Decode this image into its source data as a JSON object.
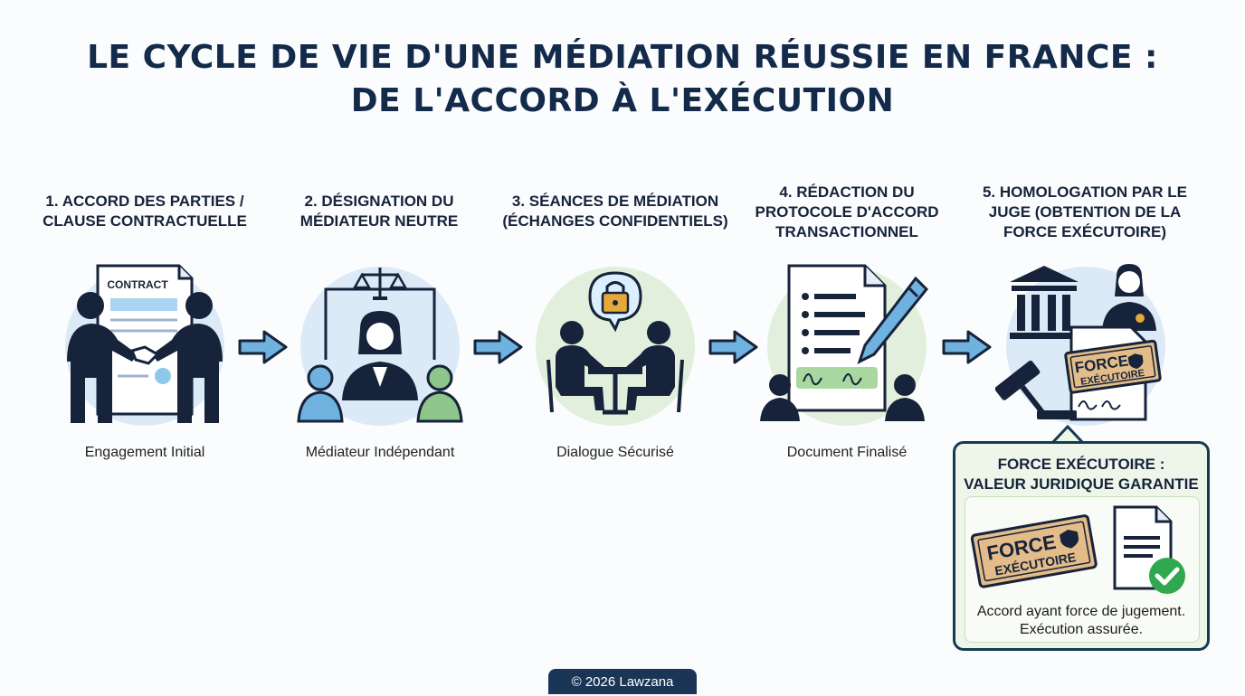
{
  "title": {
    "line1": "LE CYCLE DE VIE D'UNE MÉDIATION RÉUSSIE EN FRANCE :",
    "line2": "DE L'ACCORD À L'EXÉCUTION"
  },
  "steps": [
    {
      "title_lines": [
        "1. ACCORD DES PARTIES /",
        "CLAUSE CONTRACTUELLE"
      ],
      "caption": "Engagement Initial",
      "doc_label": "CONTRACT",
      "icon": "handshake-contract-icon"
    },
    {
      "title_lines": [
        "2. DÉSIGNATION DU",
        "MÉDIATEUR NEUTRE"
      ],
      "caption": "Médiateur Indépendant",
      "icon": "mediator-scales-icon"
    },
    {
      "title_lines": [
        "3. SÉANCES DE MÉDIATION",
        "(ÉCHANGES CONFIDENTIELS)"
      ],
      "caption": "Dialogue Sécurisé",
      "icon": "confidential-meeting-icon"
    },
    {
      "title_lines": [
        "4. RÉDACTION DU",
        "PROTOCOLE D'ACCORD",
        "TRANSACTIONNEL"
      ],
      "caption": "Document Finalisé",
      "icon": "signed-document-icon"
    },
    {
      "title_lines": [
        "5. HOMOLOGATION PAR LE",
        "JUGE (OBTENTION DE LA",
        "FORCE EXÉCUTOIRE)"
      ],
      "icon": "court-judge-icon"
    }
  ],
  "stamp": {
    "line1": "FORCE",
    "line2": "EXÉCUTOIRE"
  },
  "callout": {
    "title_lines": [
      "FORCE EXÉCUTOIRE :",
      "VALEUR JURIDIQUE GARANTIE"
    ],
    "text_lines": [
      "Accord ayant force de jugement.",
      "Exécution assurée."
    ]
  },
  "footer": "© 2026 Lawzana",
  "colors": {
    "navy": "#16233a",
    "light_blue": "#dce9f6",
    "light_green": "#e1efdc",
    "accent_blue": "#6fb1df",
    "accent_green": "#8dc58a",
    "stamp_tan": "#e3bc8a",
    "gold": "#e4a93a"
  }
}
